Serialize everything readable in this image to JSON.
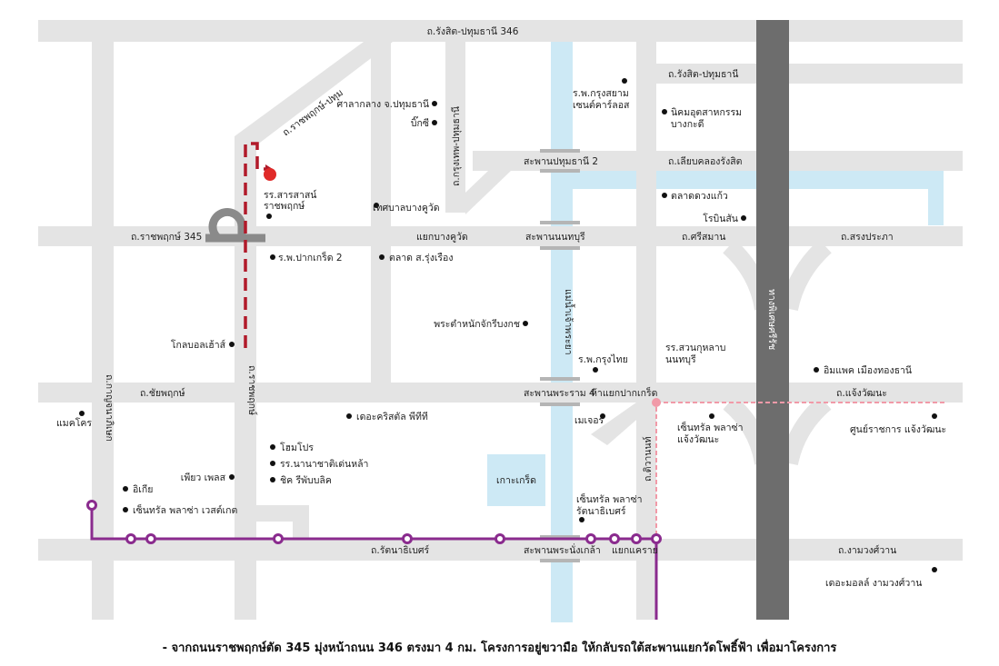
{
  "colors": {
    "road": "#e4e4e4",
    "river": "#cde9f5",
    "expressway": "#6d6d6d",
    "route_red": "#b11a2a",
    "route_purple": "#8a2b8e",
    "dash_pink": "#f19aa8",
    "bridge": "#b5b5b5"
  },
  "roads": {
    "rangsit_pathum_346": "ถ.รังสิต-ปทุมธานี 346",
    "rangsit_pathum": "ถ.รังสิต-ปทุมธานี",
    "ratchaphruek_pathum": "ถ.ราชพฤกษ์-ปทุม",
    "bangkok_pathum": "ถ.กรุงเทพ-ปทุมธานี",
    "liap_khlong_rangsit": "ถ.เลียบคลองรังสิต",
    "ratchaphruek_345": "ถ.ราชพฤกษ์ 345",
    "sri_saman": "ถ.ศรีสมาน",
    "song_prapha": "ถ.สรงประภา",
    "chaiyaphruek": "ถ.ชัยพฤกษ์",
    "chaengwattana": "ถ.แจ้งวัฒนะ",
    "kanchanaphisek": "ถ.กาญจนาภิเษก",
    "ratchaphruek": "ถ.ราชพฤกษ์",
    "tiwanon": "ถ.ติวานนท์",
    "rattanathibet": "ถ.รัตนาธิเบศร์",
    "ngamwongwan": "ถ.งามวงศ์วาน",
    "expressway": "ทางพิเศษศรีรัช",
    "river": "แม่น้ำเจ้าพระยา"
  },
  "bridges": {
    "pathumthani2": "สะพานปทุมธานี 2",
    "nonthaburi": "สะพานนนทบุรี",
    "rama4": "สะพานพระราม 4",
    "nangklao": "สะพานพระนั่งเกล้า"
  },
  "junctions": {
    "bang_khu_wat": "แยกบางคูวัด",
    "pak_kret": "ห้าแยกปากเกร็ด",
    "khae_rai": "แยกแคราย"
  },
  "island": "เกาะเกร็ด",
  "places": {
    "provincial_hall": "ศาลากลาง จ.ปทุมธานี",
    "big_c": "บิ๊กซี",
    "hosp_krungsiam_1": "ร.พ.กรุงสยาม",
    "hosp_krungsiam_2": "เซนต์คาร์ลอส",
    "nikhom_1": "นิคมอุตสาหกรรม",
    "nikhom_2": "บางกะดี",
    "school_sarasas_1": "รร.สารสาสน์",
    "school_sarasas_2": "ราชพฤกษ์",
    "thesaban": "เทศบาลบางคูวัด",
    "talad_duangkaew": "ตลาดดวงแก้ว",
    "robinson": "โรบินสัน",
    "hosp_pakkret2": "ร.พ.ปากเกร็ด 2",
    "talad_rungrueang": "ตลาด ส.รุ่งเรือง",
    "palace": "พระตำหนักจักรีบงกช",
    "global_house": "โกลบอลเฮ้าส์",
    "hosp_krungthai": "ร.พ.กรุงไทย",
    "school_suankularb_1": "รร.สวนกุหลาบ",
    "school_suankularb_2": "นนทบุรี",
    "impact": "อิมแพค เมืองทองธานี",
    "makro": "แมคโคร",
    "crystal_ptt": "เดอะคริสตัล พีทีที",
    "major": "เมเจอร์",
    "central_chaeng_1": "เซ็นทรัล พลาซ่า",
    "central_chaeng_2": "แจ้งวัฒนะ",
    "govt_center": "ศูนย์ราชการ แจ้งวัฒนะ",
    "homepro": "โฮมโปร",
    "nanachat_school": "รร.นานาชาติเด่นหล้า",
    "chic_republic": "ชิค รีพับบลิค",
    "pure_place": "เพียว เพลส",
    "ikea": "อิเกีย",
    "central_westgate": "เซ็นทรัล พลาซ่า เวสต์เกต",
    "central_rattana_1": "เซ็นทรัล พลาซ่า",
    "central_rattana_2": "รัตนาธิเบศร์",
    "the_mall": "เดอะมอลล์ งามวงศ์วาน"
  },
  "caption": "- จากถนนราชพฤกษ์ตัด 345 มุ่งหน้าถนน 346 ตรงมา 4 กม. โครงการอยู่ขวามือ ให้กลับรถใต้สะพานแยกวัดโพธิ์ฟ้า เพื่อมาโครงการ"
}
